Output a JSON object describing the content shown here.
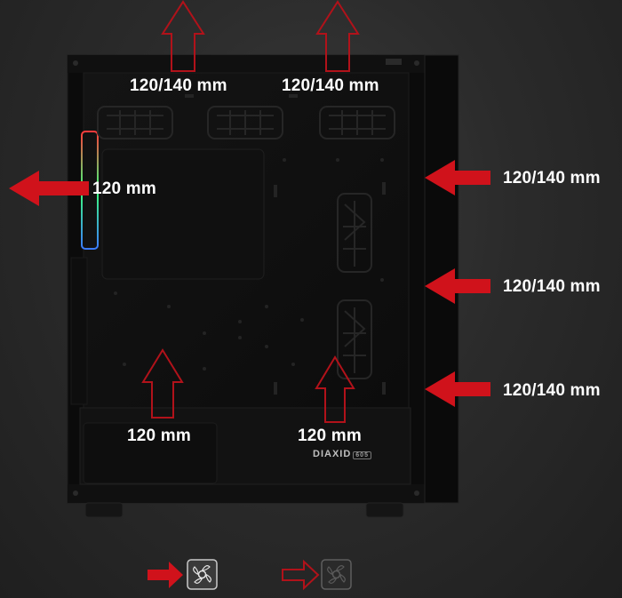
{
  "labels": {
    "top_left": "120/140 mm",
    "top_right": "120/140 mm",
    "rear": "120 mm",
    "front_top": "120/140 mm",
    "front_middle": "120/140 mm",
    "front_bottom": "120/140 mm",
    "bottom_left": "120 mm",
    "bottom_right": "120 mm"
  },
  "brand": {
    "name": "DIAXID",
    "model": "605"
  },
  "legend": {
    "intake_icon": "fan-intake-icon",
    "exhaust_icon": "fan-exhaust-icon"
  },
  "colors": {
    "arrow_red": "#d0121b",
    "case_body": "#0d0d0d",
    "background": "#2b2b2b"
  }
}
